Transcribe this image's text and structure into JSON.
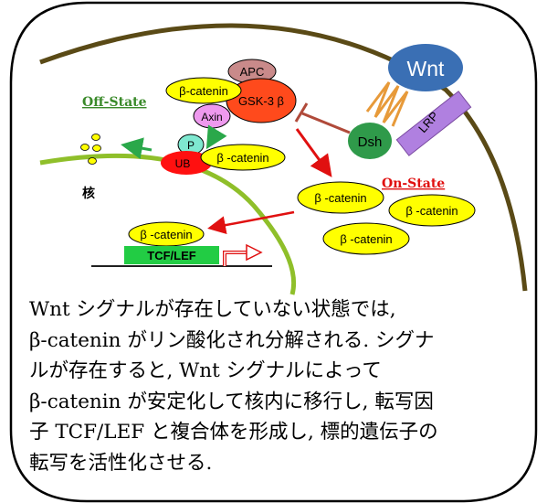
{
  "diagram": {
    "states": {
      "off": "Off-State",
      "on": "On-State"
    },
    "nucleus": "核",
    "wnt": "Wnt",
    "lrp": "LRP",
    "apc": "APC",
    "gsk3b": "GSK-3 β",
    "axin": "Axin",
    "dsh": "Dsh",
    "p": "P",
    "ub": "UB",
    "beta_catenin_complex": "β-catenin",
    "beta_catenin": "β -catenin",
    "tcf_lef": "TCF/LEF"
  },
  "caption_lines": [
    "Wnt シグナルが存在していない状態では,",
    "β-catenin がリン酸化され分解される. シグナ",
    "ルが存在すると, Wnt シグナルによって",
    "β-catenin が安定化して核内に移行し, 転写因",
    "子 TCF/LEF と複合体を形成し, 標的遺伝子の",
    "転写を活性化させる."
  ],
  "colors": {
    "membrane": "#5a4a16",
    "nuclear_membrane": "#8fbf2a",
    "beta_catenin": "#ffff00",
    "apc": "#c98a8a",
    "gsk3b": "#ff4a1c",
    "axin": "#ee99ee",
    "dsh": "#2f9a4a",
    "p": "#7fe8d0",
    "ub": "#ff1010",
    "wnt": "#3a6fb4",
    "lrp": "#b080e0",
    "tcf_lef": "#22cc44",
    "off_state": "#3a8a2a",
    "on_state": "#e01010"
  }
}
